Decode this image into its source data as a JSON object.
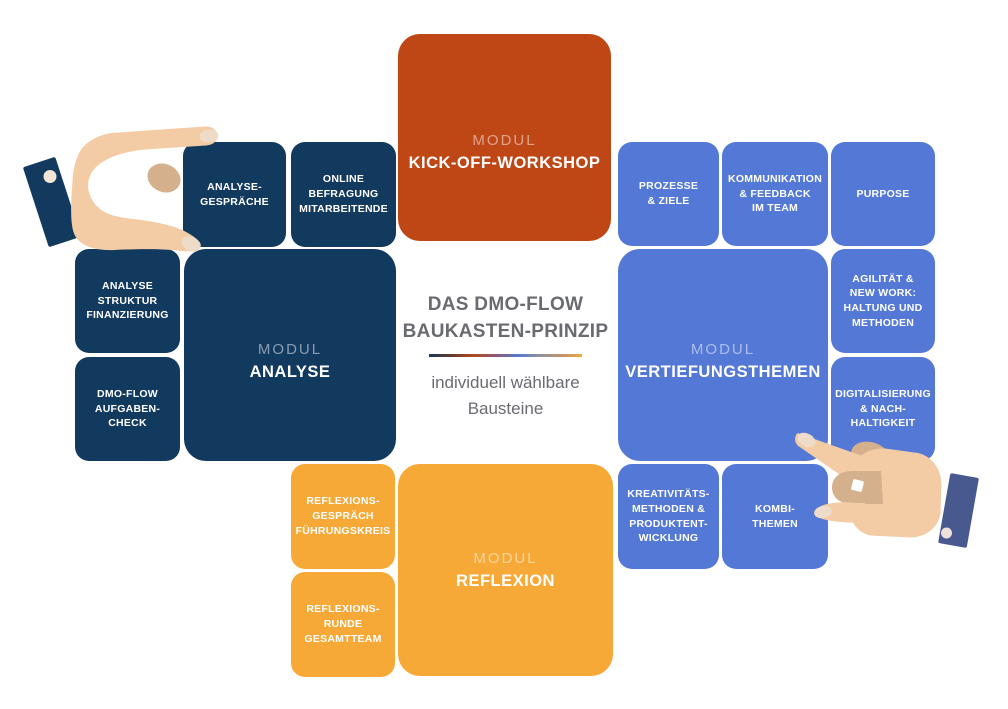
{
  "diagram": {
    "title_line1": "DAS DMO-FLOW",
    "title_line2": "BAUKASTEN-PRINZIP",
    "subtitle": "individuell wählbare\nBausteine"
  },
  "modules": {
    "kickoff": {
      "label": "MODUL",
      "name": "KICK-OFF-WORKSHOP"
    },
    "analyse": {
      "label": "MODUL",
      "name": "ANALYSE"
    },
    "vertiefung": {
      "label": "MODUL",
      "name": "VERTIEFUNGSTHEMEN"
    },
    "reflexion": {
      "label": "MODUL",
      "name": "REFLEXION"
    }
  },
  "bausteine": {
    "analyse_gespraeche": "ANALYSE-\nGESPRÄCHE",
    "online_befragung": "ONLINE\nBEFRAGUNG\nMITARBEITENDE",
    "analyse_struktur": "ANALYSE\nSTRUKTUR\nFINANZIERUNG",
    "dmo_flow_check": "DMO-FLOW\nAUFGABEN-\nCHECK",
    "prozesse_ziele": "PROZESSE\n& ZIELE",
    "kommunikation_feedback": "KOMMUNIKATION\n& FEEDBACK\nIM TEAM",
    "purpose": "PURPOSE",
    "agilitaet_new_work": "AGILITÄT &\nNEW WORK:\nHALTUNG UND\nMETHODEN",
    "digitalisierung": "DIGITALISIERUNG\n& NACH-\nHALTIGKEIT",
    "kreativitaet": "KREATIVITÄTS-\nMETHODEN &\nPRODUKTENT-\nWICKLUNG",
    "kombi_themen": "KOMBI-\nTHEMEN",
    "reflexions_gespraech": "REFLEXIONS-\nGESPRÄCH\nFÜHRUNGSKREIS",
    "reflexions_runde": "REFLEXIONS-\nRUNDE\nGESAMTTEAM"
  },
  "colors": {
    "navy": "#12395E",
    "blue": "#5478D5",
    "orange": "#BF4716",
    "yellow": "#F6A937",
    "headline_gray": "#696B70",
    "skin": "#F3CBA4",
    "skin_shadow": "#D5B08D",
    "nail": "#EFDCC8",
    "cuff_left": "#12395E",
    "cuff_right": "#47598F"
  },
  "illustrations": {
    "left_hand": "grabbing-hand",
    "right_hand": "pointing-hand"
  }
}
